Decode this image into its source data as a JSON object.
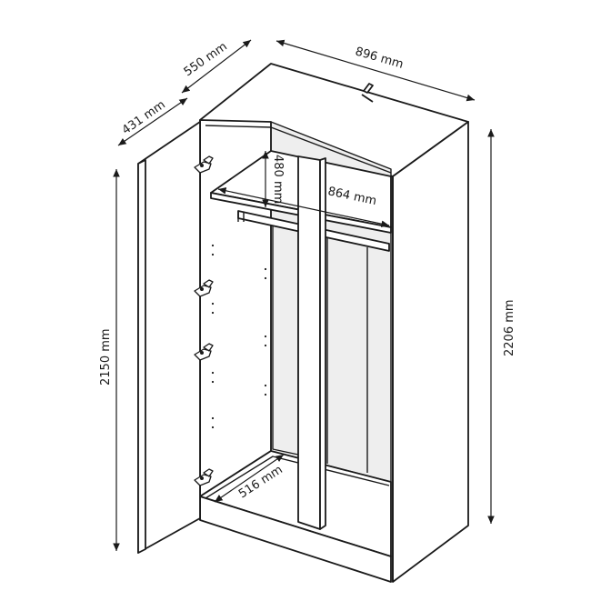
{
  "dimensions": {
    "width": "896 mm",
    "depth_top": "550 mm",
    "door_depth": "431 mm",
    "height_total": "2206 mm",
    "height_door": "2150 mm",
    "shelf_height": "480 mm",
    "inner_width": "864 mm",
    "bottom_depth": "516 mm"
  },
  "colors": {
    "line": "#1a1a1a",
    "panel": "#ffffff",
    "back_shade": "#eeeeee"
  },
  "icons": {
    "hinge": "hinge-icon",
    "rail": "clothes-rail-icon"
  }
}
